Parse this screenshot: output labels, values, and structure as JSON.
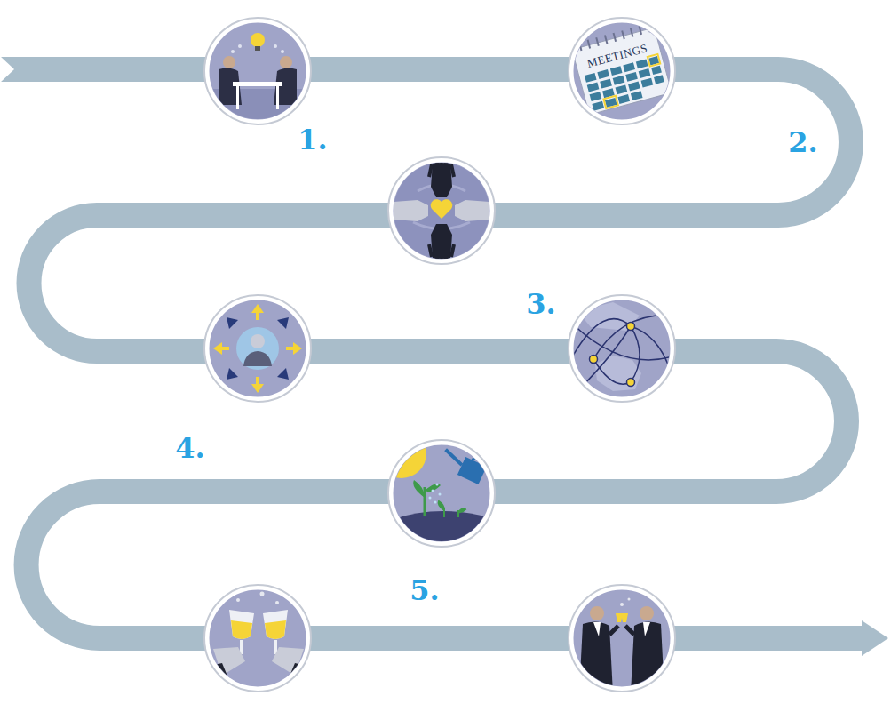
{
  "diagram": {
    "labels": [
      "1.",
      "MEETINGS",
      "2.",
      "3.",
      "4.",
      "5."
    ]
  }
}
